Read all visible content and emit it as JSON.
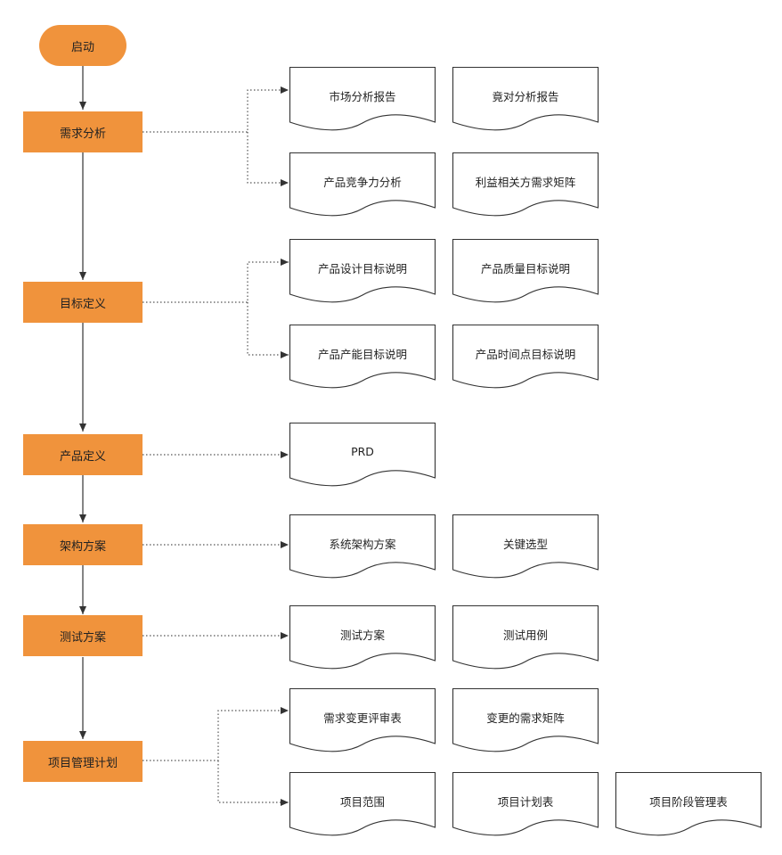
{
  "flow": {
    "start": "启动",
    "steps": [
      "需求分析",
      "目标定义",
      "产品定义",
      "架构方案",
      "测试方案",
      "项目管理计划"
    ]
  },
  "docs": {
    "market_report": "市场分析报告",
    "competitor_report": "竟对分析报告",
    "product_competitiveness": "产品竞争力分析",
    "stakeholder_matrix": "利益相关方需求矩阵",
    "design_goals": "产品设计目标说明",
    "quality_goals": "产品质量目标说明",
    "capacity_goals": "产品产能目标说明",
    "timeline_goals": "产品时间点目标说明",
    "prd": "PRD",
    "system_architecture": "系统架构方案",
    "key_selection": "关键选型",
    "test_plan": "测试方案",
    "test_cases": "测试用例",
    "change_review": "需求变更评审表",
    "changed_matrix": "变更的需求矩阵",
    "project_scope": "项目范围",
    "project_schedule": "项目计划表",
    "phase_management": "项目阶段管理表"
  }
}
